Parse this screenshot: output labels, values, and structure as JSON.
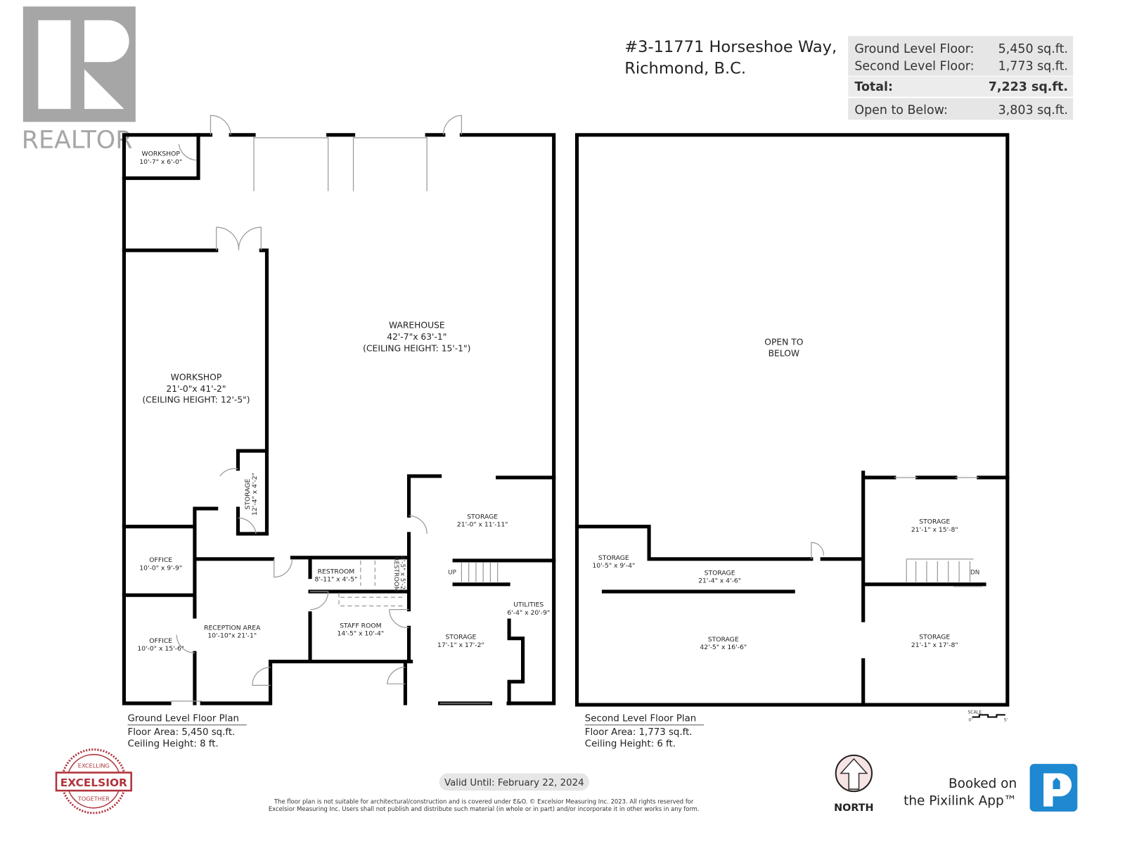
{
  "logo": {
    "realtor_text": "REALTOR",
    "excelsior_text": "EXCELSIOR",
    "excelsior_ring_top": "EXCELLING",
    "excelsior_ring_bottom": "TOGETHER"
  },
  "header": {
    "address_line1": "#3-11771 Horseshoe Way,",
    "address_line2": "Richmond, B.C.",
    "summary": [
      {
        "label": "Ground Level Floor:",
        "value": "5,450 sq.ft."
      },
      {
        "label": "Second Level Floor:",
        "value": "1,773 sq.ft."
      },
      {
        "label": "Total:",
        "value": "7,223 sq.ft."
      },
      {
        "label": "Open to Below:",
        "value": "3,803 sq.ft."
      }
    ]
  },
  "ground": {
    "title": "Ground Level Floor Plan",
    "area": "Floor Area: 5,450 sq.ft.",
    "ceiling": "Ceiling Height: 8 ft.",
    "rooms": {
      "workshop_small": {
        "name": "WORKSHOP",
        "dim": "10'-7\" x 6'-0\""
      },
      "warehouse": {
        "name": "WAREHOUSE",
        "dim": "42'-7\"x 63'-1\"",
        "note": "(CEILING HEIGHT: 15'-1\")"
      },
      "workshop": {
        "name": "WORKSHOP",
        "dim": "21'-0\"x 41'-2\"",
        "note": "(CEILING HEIGHT: 12'-5\")"
      },
      "storage_small": {
        "name": "STORAGE",
        "dim": "12'-4\" x 4'-2\""
      },
      "storage_a": {
        "name": "STORAGE",
        "dim": "21'-0\" x 11'-11\""
      },
      "office_1": {
        "name": "OFFICE",
        "dim": "10'-0\" x 9'-9\""
      },
      "office_2": {
        "name": "OFFICE",
        "dim": "10'-0\" x 15'-6\""
      },
      "reception": {
        "name": "RECEPTION AREA",
        "dim": "10'-10\"x 21'-1\""
      },
      "restroom_1": {
        "name": "RESTROOM",
        "dim": "8'-11\" x 4'-5\""
      },
      "restroom_2": {
        "name": "RESTROOM",
        "dim": "4'-5\" x 5'-2\""
      },
      "staff_room": {
        "name": "STAFF ROOM",
        "dim": "14'-5\" x 10'-4\""
      },
      "utilities": {
        "name": "UTILITIES",
        "dim": "6'-4\" x 20'-9\""
      },
      "storage_b": {
        "name": "STORAGE",
        "dim": "17'-1\" x 17'-2\""
      }
    },
    "stair_label": "UP"
  },
  "second": {
    "title": "Second Level Floor Plan",
    "area": "Floor Area: 1,773 sq.ft.",
    "ceiling": "Ceiling Height: 6 ft.",
    "rooms": {
      "open_below": {
        "name": "OPEN TO",
        "name2": "BELOW"
      },
      "storage_1": {
        "name": "STORAGE",
        "dim": "10'-5\" x 9'-4\""
      },
      "storage_2": {
        "name": "STORAGE",
        "dim": "21'-4\" x 4'-6\""
      },
      "storage_3": {
        "name": "STORAGE",
        "dim": "42'-5\" x 16'-6\""
      },
      "storage_4": {
        "name": "STORAGE",
        "dim": "21'-1\" x 15'-8\""
      },
      "storage_5": {
        "name": "STORAGE",
        "dim": "21'-1\" x 17'-8\""
      }
    },
    "stair_label": "DN"
  },
  "scale": {
    "label": "SCALE",
    "min": "0'",
    "max": "5'"
  },
  "footer": {
    "valid_until": "Valid Until: February 22, 2024",
    "disclaimer_1": "The floor plan is not suitable for architectural/construction and is covered under E&O. © Excelsior Measuring Inc. 2023. All rights reserved for",
    "disclaimer_2": "Excelsior Measuring Inc. Users shall not publish and distribute such material (in whole or in part) and/or incorporate it in other works in any form.",
    "north": "NORTH",
    "booked_1": "Booked on",
    "booked_2": "the Pixilink App™"
  },
  "colors": {
    "realtor_gray": "#a6a6a6",
    "excelsior_red": "#b0343c",
    "pixilink_blue": "#1e88d0",
    "table_bg": "#e6e6e6"
  }
}
